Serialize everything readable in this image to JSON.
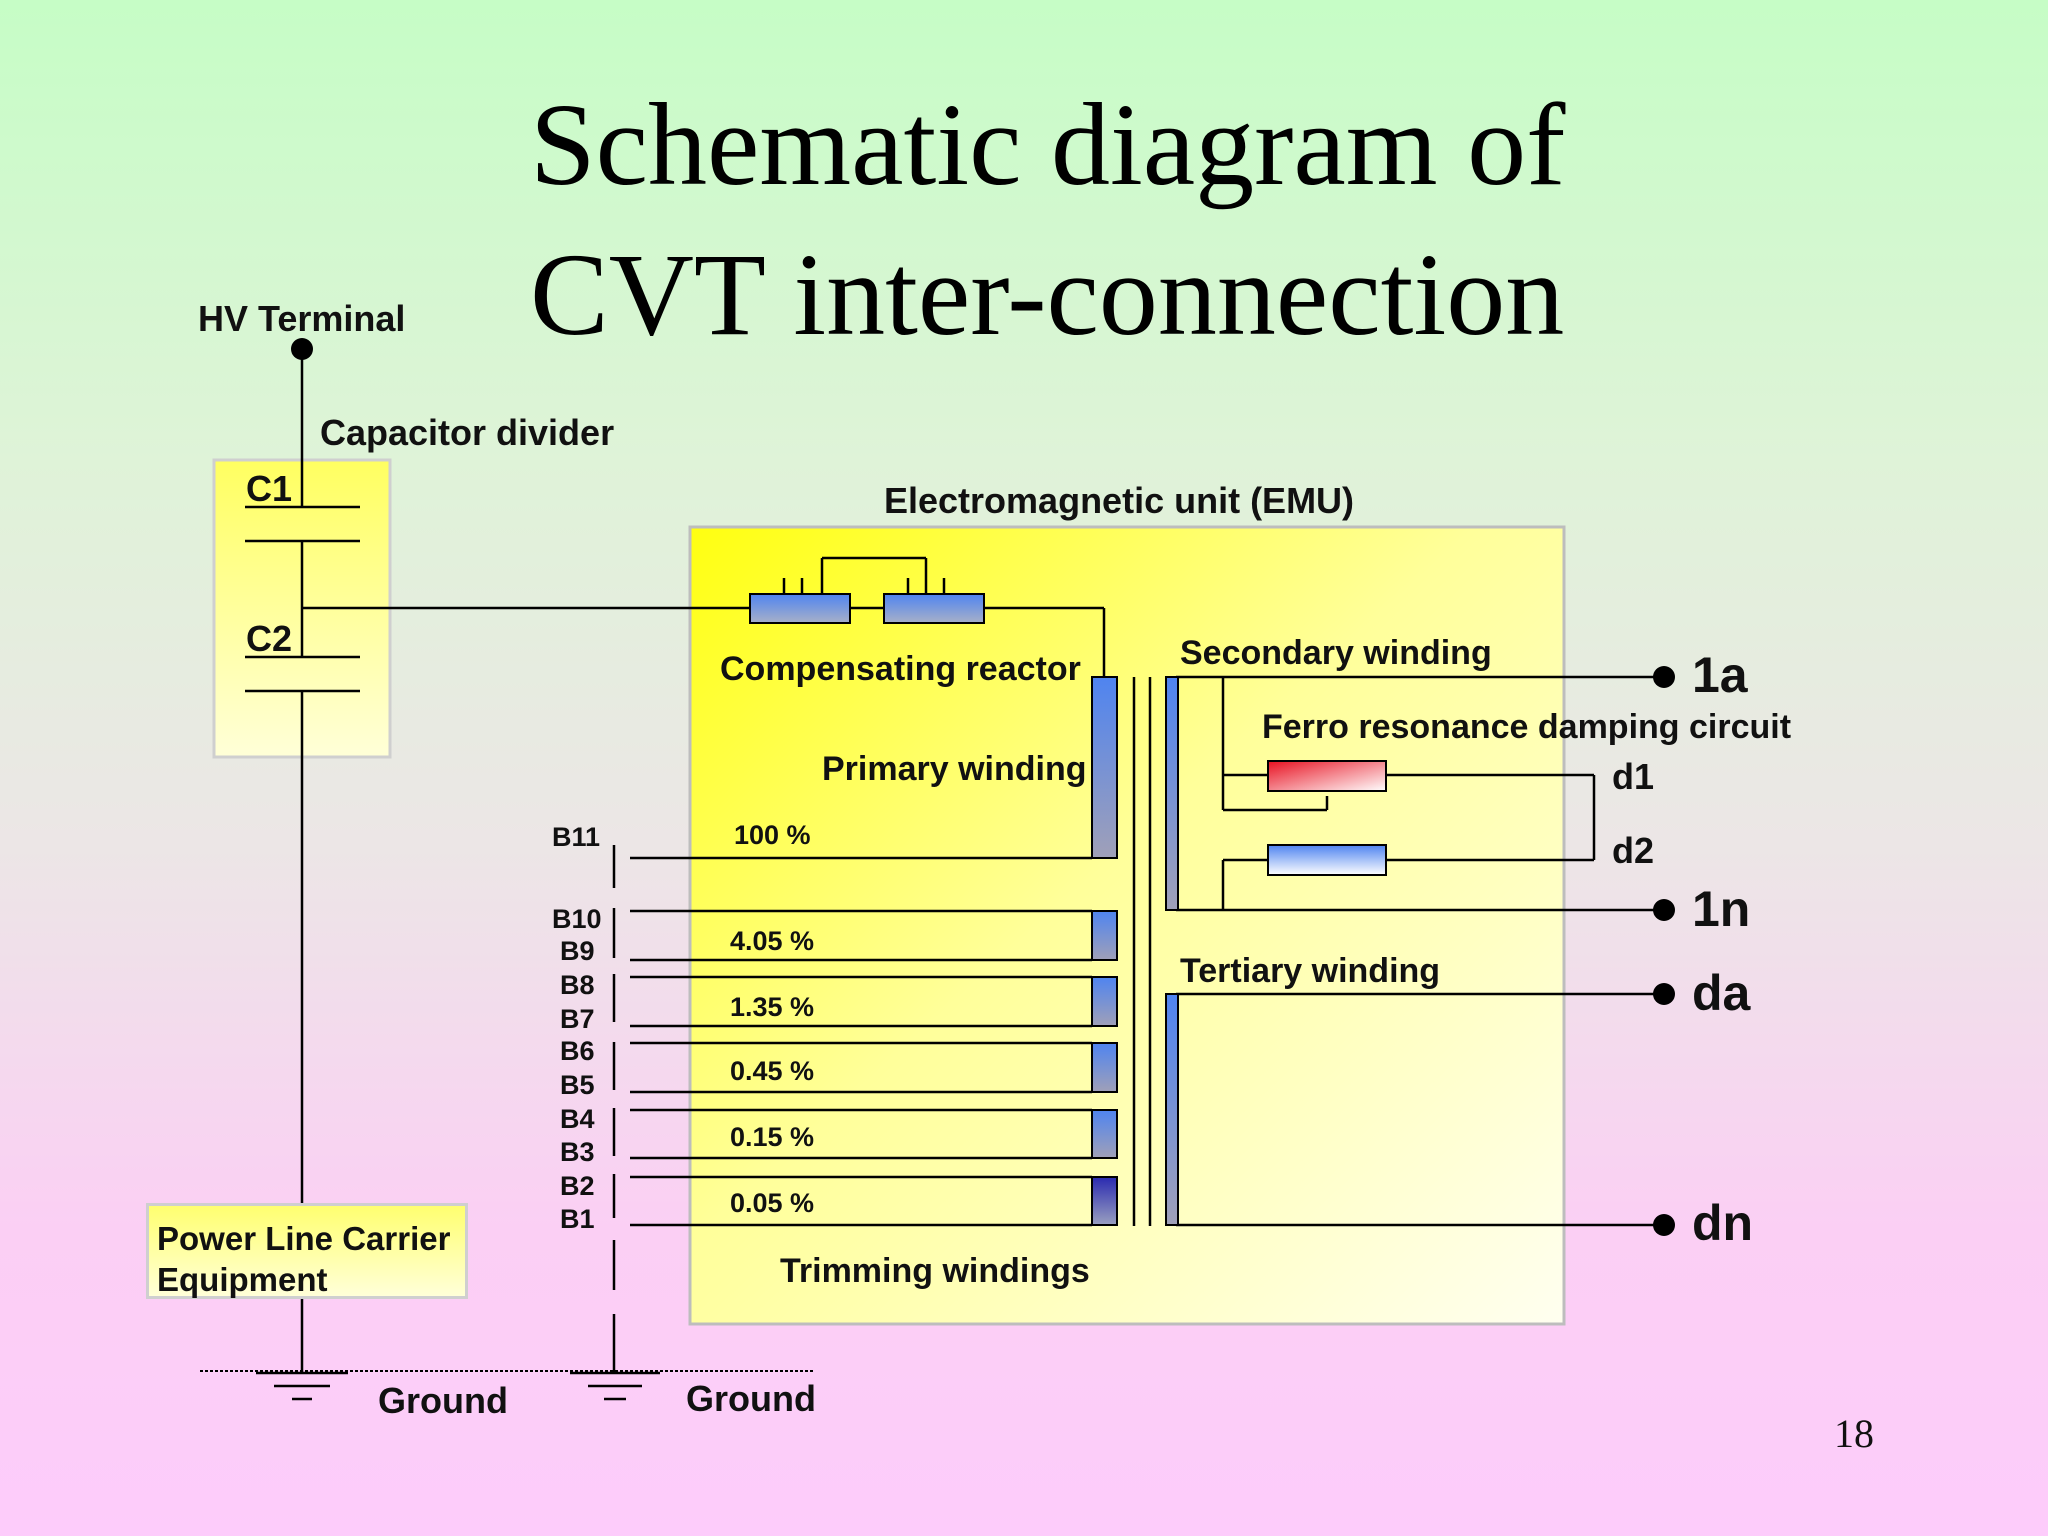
{
  "title_line1": "Schematic diagram of",
  "title_line2": "CVT inter-connection",
  "labels": {
    "hv_terminal": "HV Terminal",
    "capacitor_divider": "Capacitor divider",
    "c1": "C1",
    "c2": "C2",
    "emu": "Electromagnetic unit (EMU)",
    "compensating_reactor": "Compensating reactor",
    "primary_winding": "Primary winding",
    "secondary_winding": "Secondary winding",
    "ferro_circuit": "Ferro resonance damping circuit",
    "tertiary_winding": "Tertiary winding",
    "trimming_windings": "Trimming windings",
    "power_line_carrier": "Power Line Carrier Equipment",
    "ground_left": "Ground",
    "ground_right": "Ground"
  },
  "taps": [
    "B11",
    "B10",
    "B9",
    "B8",
    "B7",
    "B6",
    "B5",
    "B4",
    "B3",
    "B2",
    "B1"
  ],
  "percentages": [
    "100 %",
    "4.05 %",
    "1.35 %",
    "0.45 %",
    "0.15 %",
    "0.05 %"
  ],
  "terminals": [
    "1a",
    "d1",
    "d2",
    "1n",
    "da",
    "dn"
  ],
  "page_number": "18",
  "colors": {
    "background_top": "#c6fdc6",
    "background_bottom": "#fdccfb",
    "box_yellow": "#ffff30",
    "winding_blue": "#5a85e8",
    "resistor_red": "#e8202a"
  }
}
